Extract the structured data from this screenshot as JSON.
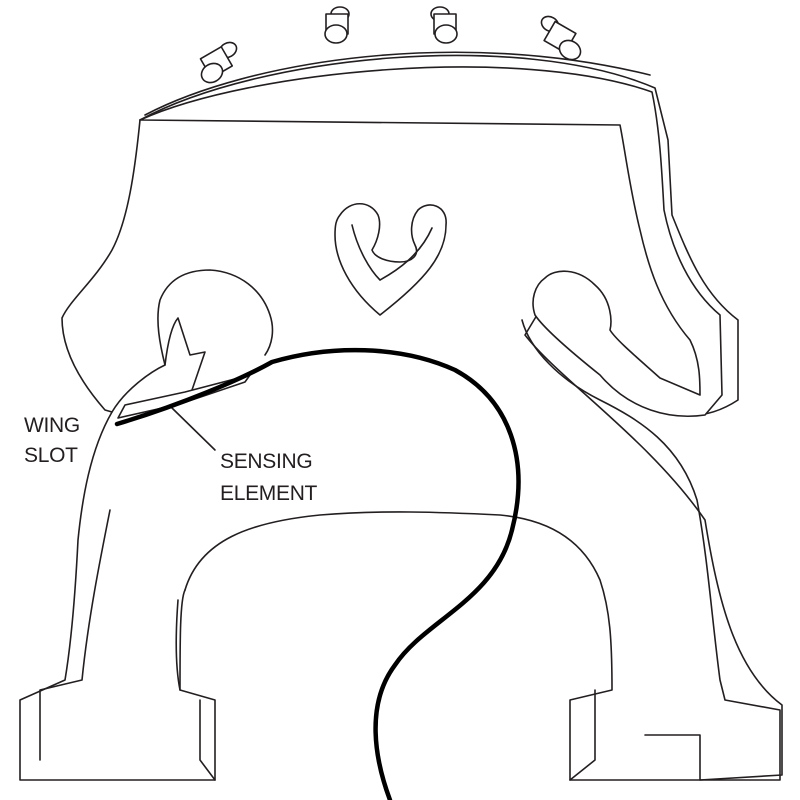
{
  "labels": {
    "wing_slot_line1": "WING",
    "wing_slot_line2": "SLOT",
    "sensing_element_line1": "SENSING",
    "sensing_element_line2": "ELEMENT"
  },
  "colors": {
    "line": "#231f20",
    "cable": "#000000",
    "background": "#ffffff"
  }
}
